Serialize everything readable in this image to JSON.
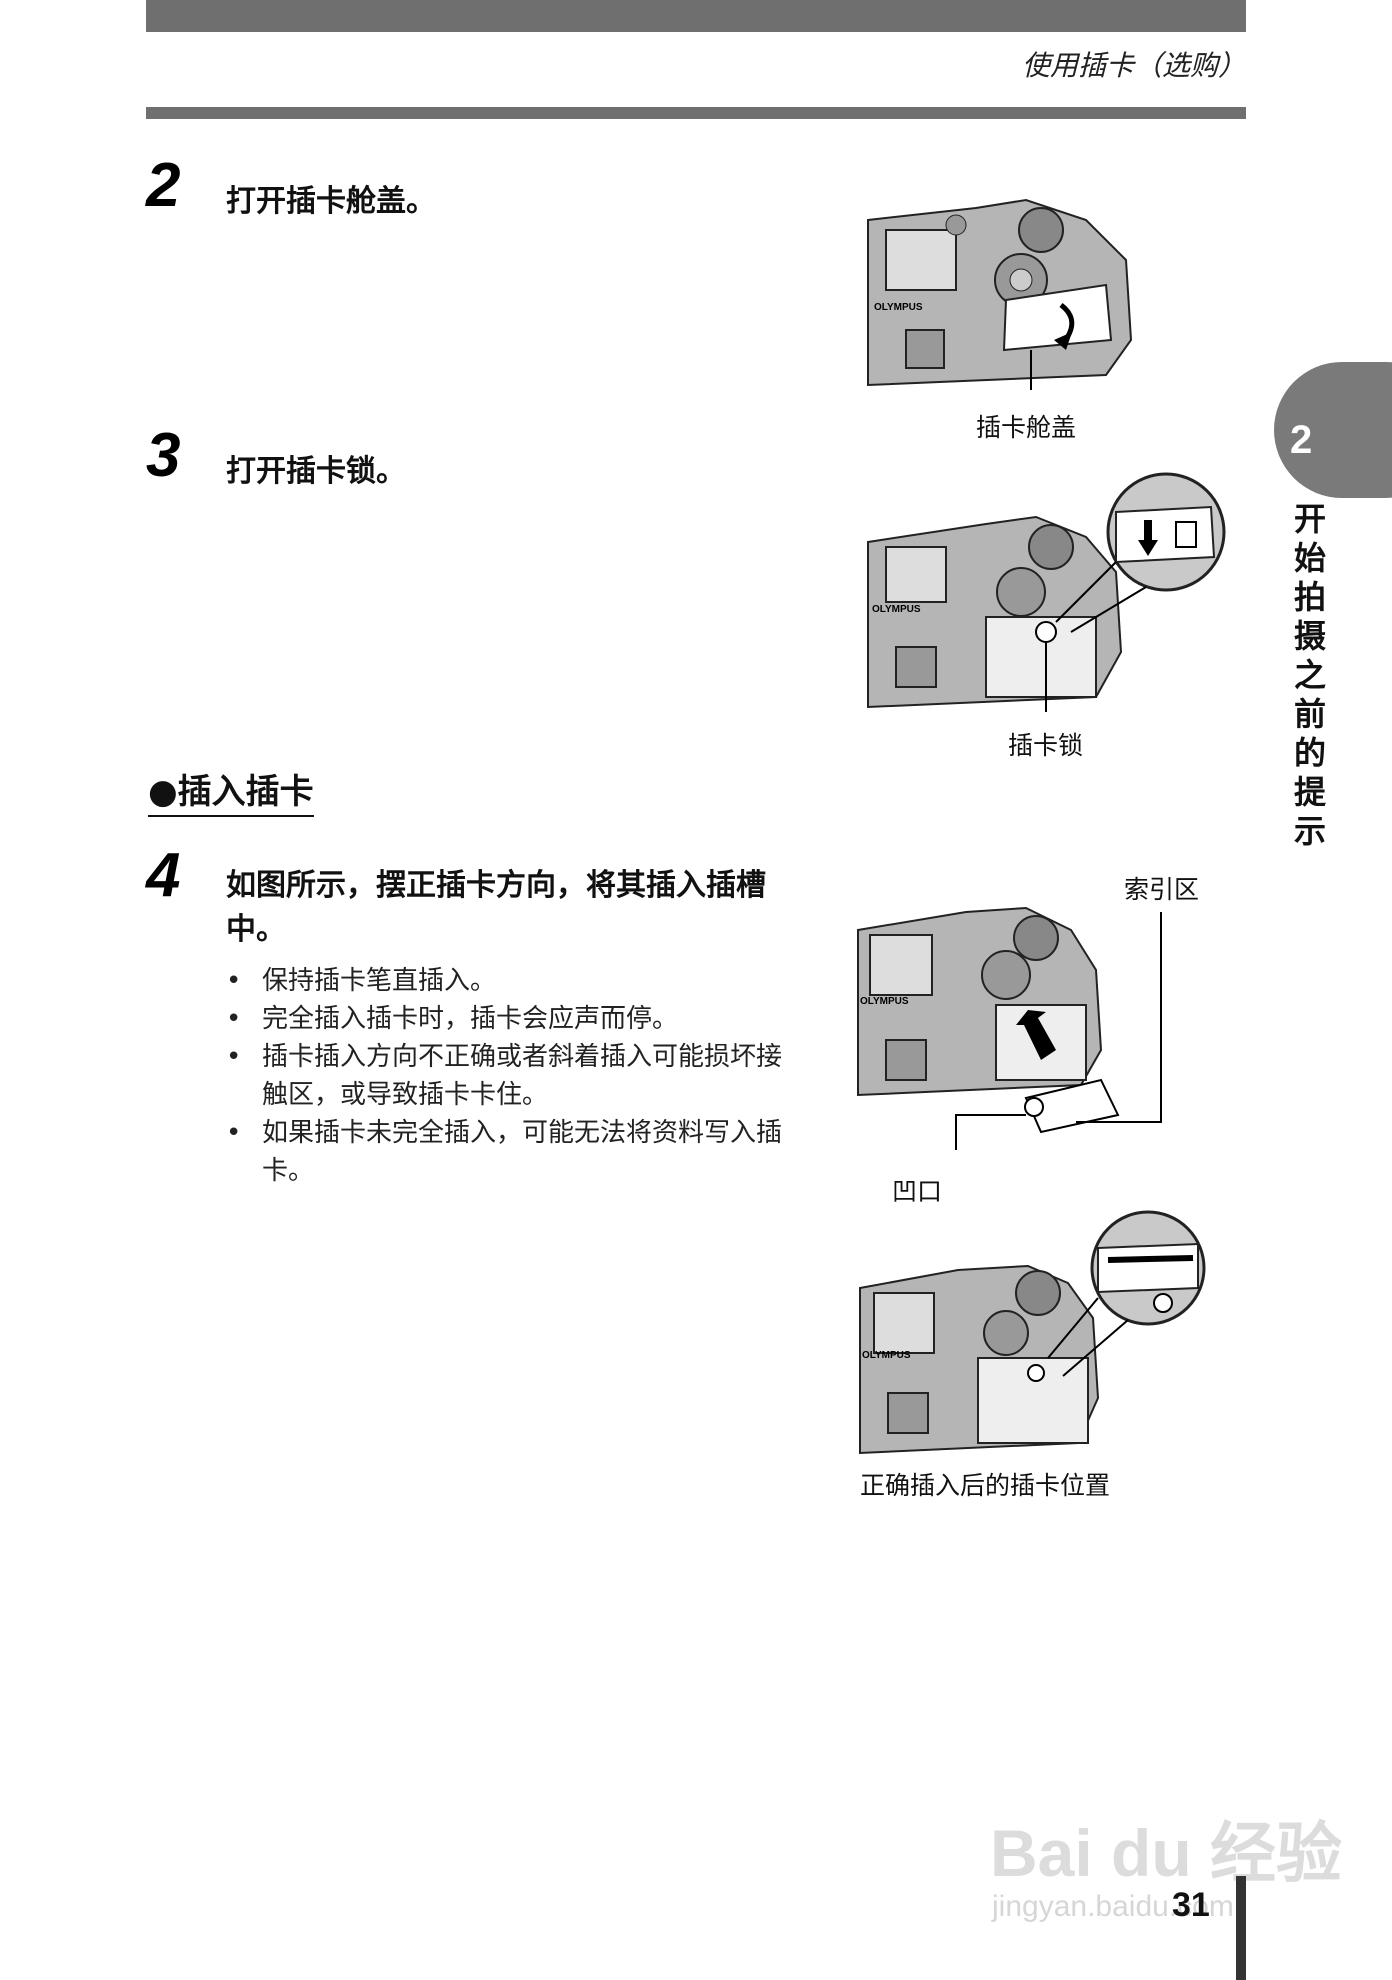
{
  "header": {
    "section_title": "使用插卡（选购）"
  },
  "steps": [
    {
      "number": "2",
      "text": "打开插卡舱盖。"
    },
    {
      "number": "3",
      "text": "打开插卡锁。"
    },
    {
      "number": "4",
      "text": "如图所示，摆正插卡方向，将其插入插槽中。"
    }
  ],
  "subheading": "●插入插卡",
  "bullets": [
    "保持插卡笔直插入。",
    "完全插入插卡时，插卡会应声而停。",
    "插卡插入方向不正确或者斜着插入可能损坏接触区，或导致插卡卡住。",
    "如果插卡未完全插入，可能无法将资料写入插卡。"
  ],
  "figures": {
    "cover_caption": "插卡舱盖",
    "lock_caption": "插卡锁",
    "index_caption": "索引区",
    "notch_caption": "凹口",
    "position_caption": "正确插入后的插卡位置",
    "brand": "OLYMPUS"
  },
  "chapter": {
    "number": "2",
    "label": "开始拍摄之前的提示"
  },
  "page_number": "31",
  "watermark": {
    "brand": "Bai du 经验",
    "url": "jingyan.baidu.com"
  }
}
